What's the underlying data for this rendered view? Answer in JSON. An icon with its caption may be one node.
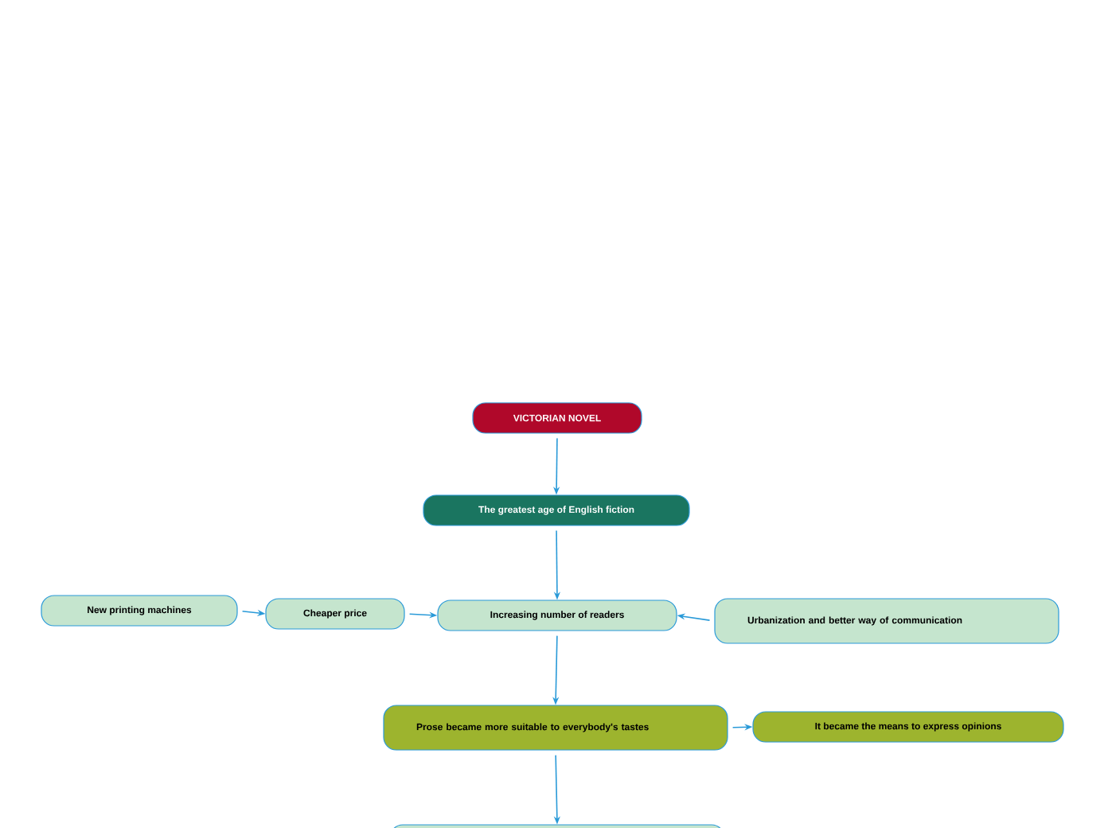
{
  "diagram": {
    "nodes": [
      {
        "text": [
          "VICTORIAN NOVEL"
        ]
      },
      {
        "text": [
          "The greatest age of English fiction"
        ]
      },
      {
        "text": [
          "New printing machines"
        ]
      },
      {
        "text": [
          "Cheaper price"
        ]
      },
      {
        "text": [
          "Increasing number of readers"
        ]
      },
      {
        "text": [
          "Urbanization and better way of communication"
        ]
      },
      {
        "text": [
          "Prose became more suitable to everybody's tastes"
        ]
      },
      {
        "text": [
          "It became the means to express opinions"
        ]
      },
      {
        "text": [],
        "shape": "box"
      }
    ],
    "edges": [
      {
        "from": 0,
        "to": 1,
        "arrow": "to"
      },
      {
        "from": 1,
        "to": 4,
        "arrow": "to"
      },
      {
        "from": 2,
        "to": 3,
        "arrow": "to"
      },
      {
        "from": 3,
        "to": 4,
        "arrow": "to"
      },
      {
        "from": 5,
        "to": 4,
        "arrow": "to"
      },
      {
        "from": 4,
        "to": 6,
        "arrow": "to"
      },
      {
        "from": 6,
        "to": 7,
        "arrow": "to"
      },
      {
        "from": 6,
        "to": 8,
        "arrow": "to"
      }
    ]
  }
}
